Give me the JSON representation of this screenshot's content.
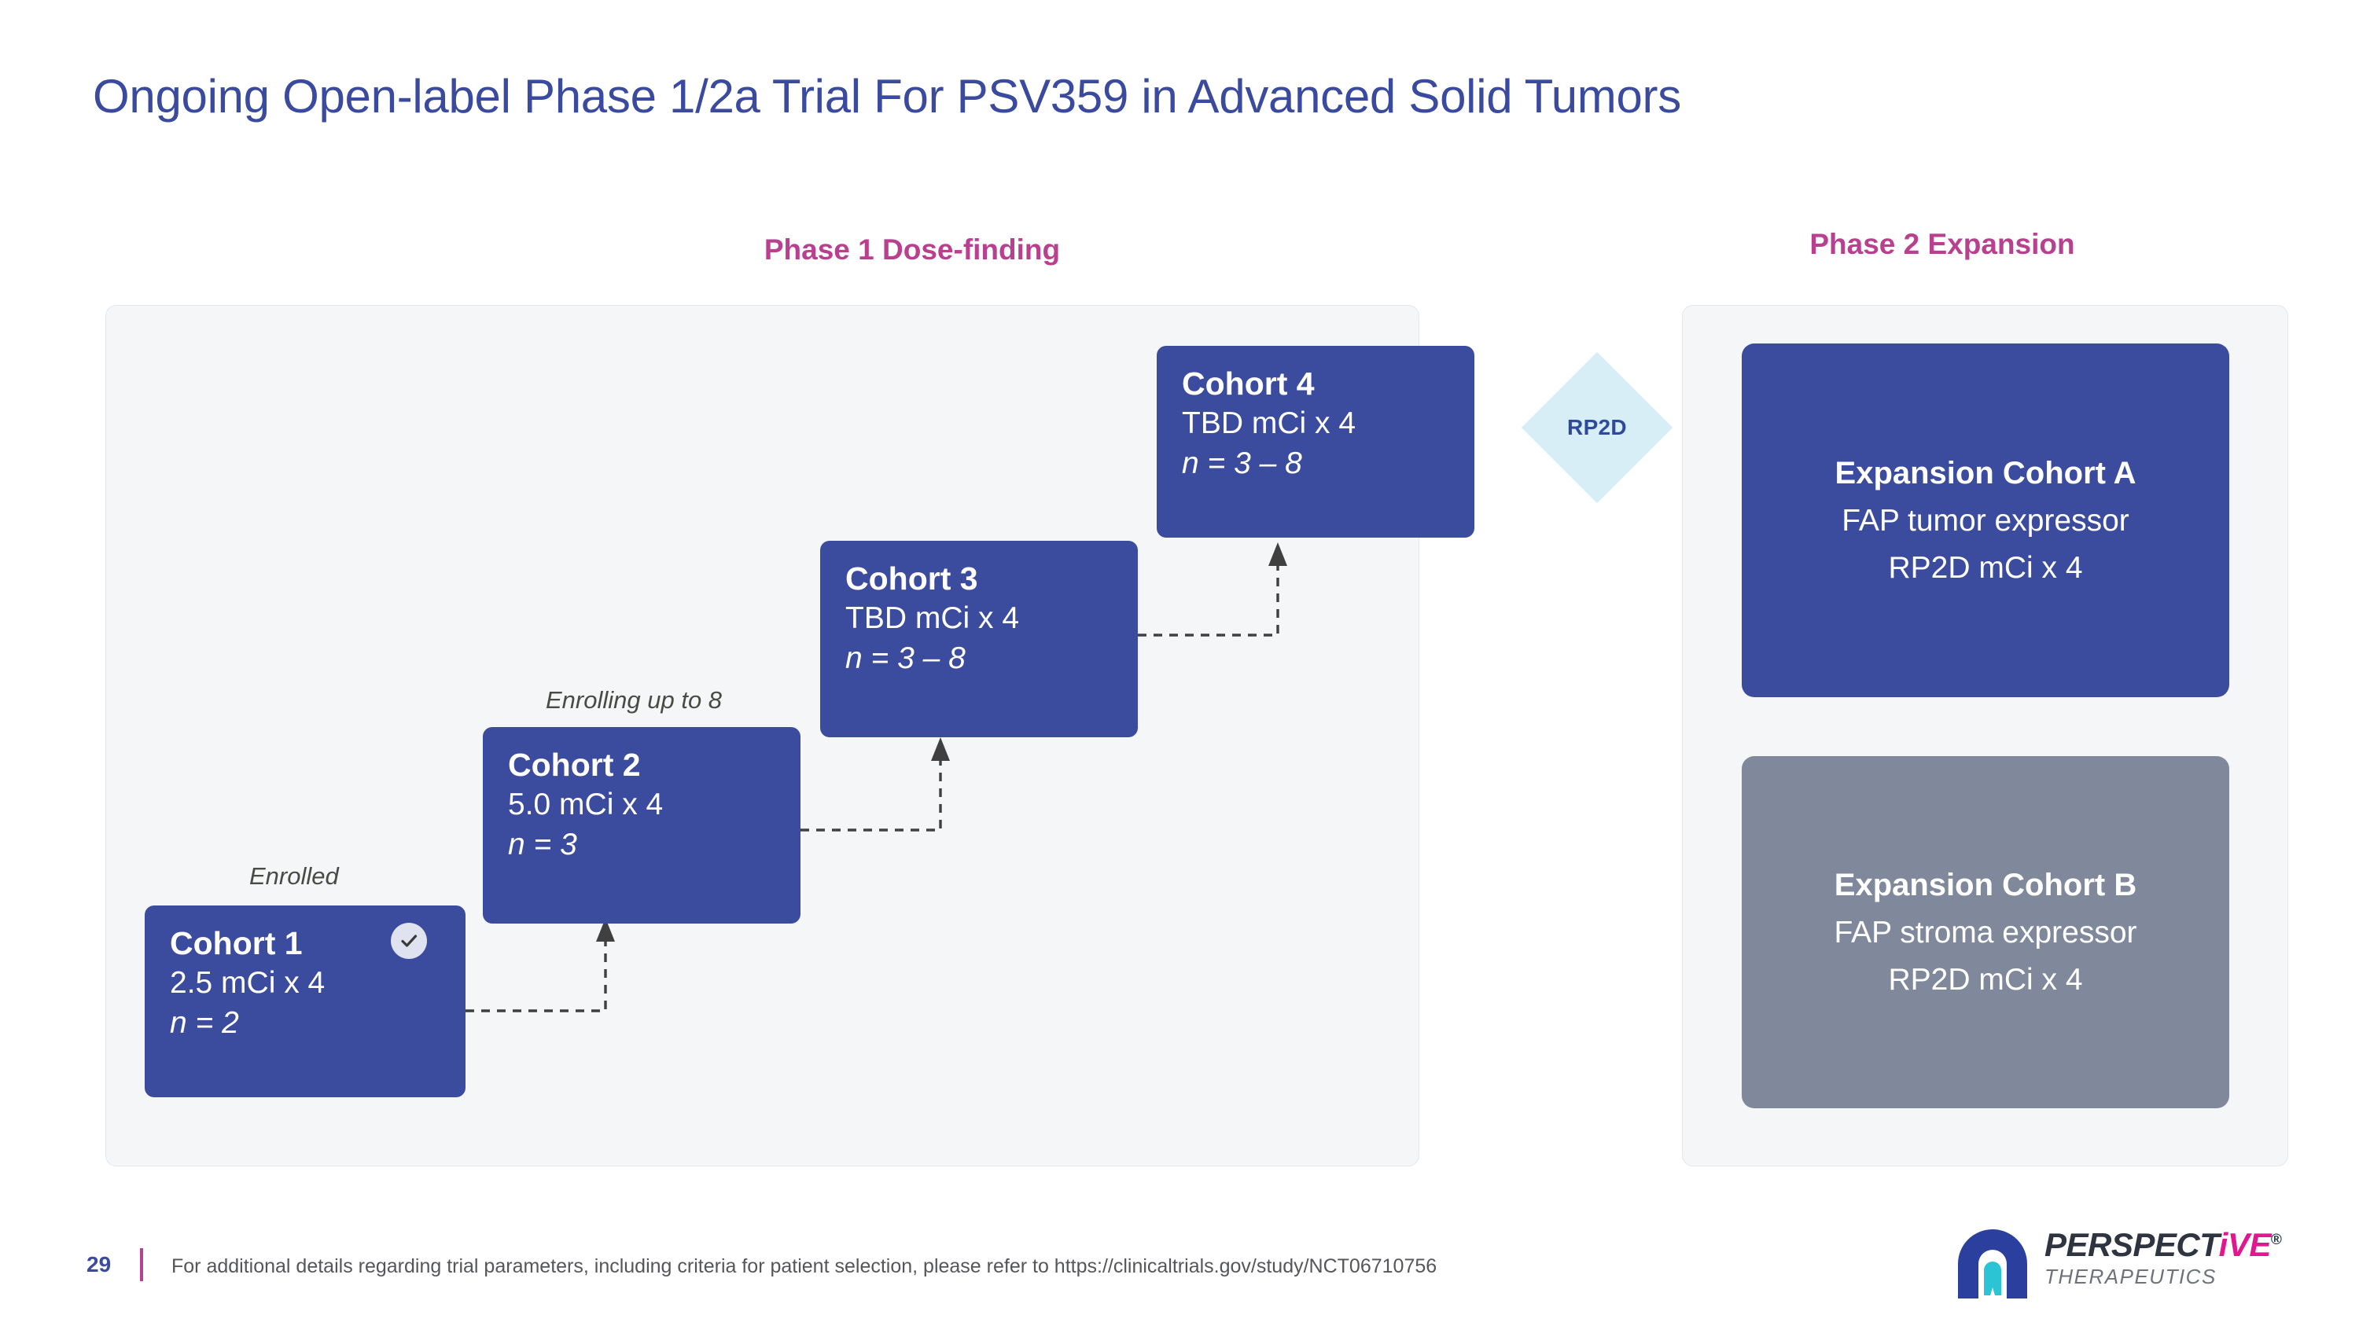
{
  "slide": {
    "title": "Ongoing Open-label Phase 1/2a Trial For PSV359 in Advanced Solid Tumors",
    "title_color": "#3a4a9e",
    "accent_pink": "#b9408f",
    "box_blue": "#3b4b9e",
    "box_gray": "#80899c",
    "panel_bg": "#f4f6f8",
    "diamond_color": "#d7eef6"
  },
  "phase1": {
    "header": "Phase 1 Dose-finding",
    "captions": {
      "enrolled": "Enrolled",
      "enrolling": "Enrolling up to 8"
    },
    "cohorts": [
      {
        "title": "Cohort 1",
        "dose": "2.5 mCi x 4",
        "n": "n = 2",
        "status_icon": "check-circle-icon"
      },
      {
        "title": "Cohort 2",
        "dose": "5.0 mCi x 4",
        "n": "n = 3",
        "status_icon": ""
      },
      {
        "title": "Cohort 3",
        "dose": "TBD mCi x 4",
        "n": "n = 3 – 8",
        "status_icon": ""
      },
      {
        "title": "Cohort 4",
        "dose": "TBD mCi x 4",
        "n": "n = 3 – 8",
        "status_icon": ""
      }
    ]
  },
  "transition": {
    "label": "RP2D",
    "shape": "diamond"
  },
  "phase2": {
    "header": "Phase 2 Expansion",
    "cohorts": [
      {
        "title": "Expansion Cohort A",
        "line1": "FAP tumor expressor",
        "line2": "RP2D mCi x 4",
        "color": "#3b4b9e"
      },
      {
        "title": "Expansion Cohort B",
        "line1": "FAP stroma expressor",
        "line2": "RP2D mCi x 4",
        "color": "#80899c"
      }
    ]
  },
  "footer": {
    "page_number": "29",
    "note": "For additional details regarding trial parameters, including criteria for patient selection, please refer to https://clinicaltrials.gov/study/NCT06710756"
  },
  "brand": {
    "name_part1": "PERSPECT",
    "name_part2": "i",
    "name_part3": "VE",
    "registered": "®",
    "subtitle": "THERAPEUTICS",
    "mark": "arch-logo-icon"
  }
}
